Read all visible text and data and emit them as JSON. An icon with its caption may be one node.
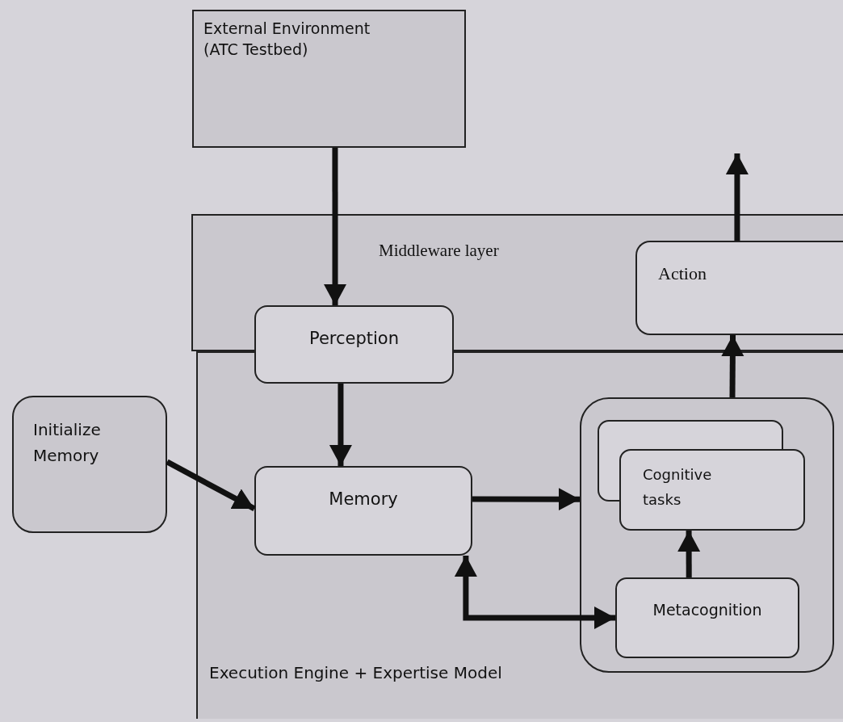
{
  "diagram": {
    "nodes": [
      {
        "text": [
          "External Environment (ATC Testbed)"
        ]
      },
      {
        "text": [
          "Middleware layer"
        ]
      },
      {
        "text": [
          "Execution Engine + Expertise Model"
        ]
      },
      {
        "text": [
          "Perception"
        ]
      },
      {
        "text": [
          "Action"
        ],
        "in": 1
      },
      {
        "text": [
          "Initialize Memory"
        ]
      },
      {
        "text": [
          "Memory"
        ],
        "in": 2
      },
      {
        "text": [],
        "shape": "box",
        "in": 2
      },
      {
        "text": [
          "Cognitive tasks"
        ],
        "in": 7
      },
      {
        "text": [
          "Metacognition"
        ],
        "in": 7
      }
    ],
    "edges": [
      {
        "from": 0,
        "to": 3,
        "arrow": "to"
      },
      {
        "from": 3,
        "to": 6,
        "arrow": "to"
      },
      {
        "from": 5,
        "to": 6,
        "arrow": "to"
      },
      {
        "from": 6,
        "to": 7,
        "arrow": "to"
      },
      {
        "from": 6,
        "to": 9,
        "arrow": "both"
      },
      {
        "from": 9,
        "to": 8,
        "arrow": "to"
      },
      {
        "from": 7,
        "to": 4,
        "arrow": "to"
      },
      {
        "from": 4,
        "to": null,
        "arrow": "to"
      }
    ]
  }
}
